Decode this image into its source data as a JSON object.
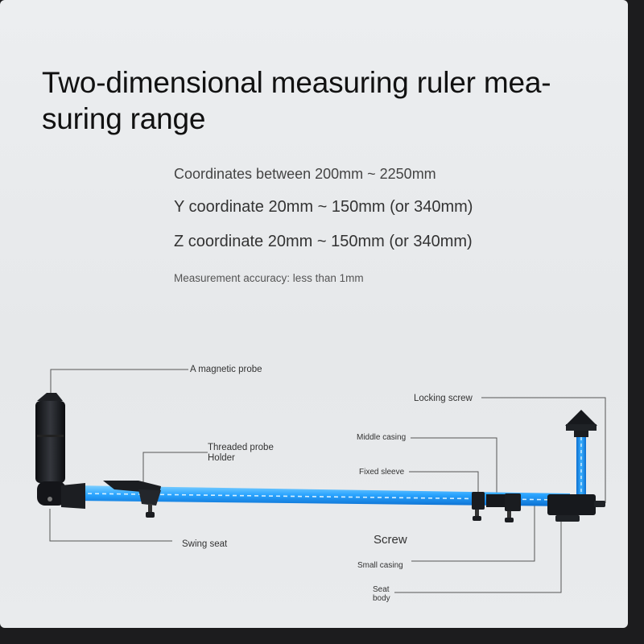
{
  "title": "Two-dimensional measuring ruler measuring range",
  "title_line1": "Two-dimensional measuring ruler mea-",
  "title_line2": "suring range",
  "specs": [
    "Coordinates between 200mm ~ 2250mm",
    "Y coordinate 20mm ~ 150mm (or 340mm)",
    "Z coordinate 20mm ~ 150mm (or 340mm)",
    "Measurement accuracy: less than 1mm"
  ],
  "callouts": {
    "magnetic_probe": "A magnetic probe",
    "threaded_probe_holder_1": "Threaded probe",
    "threaded_probe_holder_2": "Holder",
    "swing_seat": "Swing seat",
    "locking_screw": "Locking screw",
    "middle_casing": "Middle casing",
    "fixed_sleeve": "Fixed sleeve",
    "screw": "Screw",
    "small_casing": "Small casing",
    "seat_body_1": "Seat",
    "seat_body_2": "body"
  },
  "colors": {
    "background": "#e8eaec",
    "tube": "#2ea8ff",
    "tube_glow": "#8fd2ff",
    "parts": "#1a1c20",
    "leader_lines": "#555555"
  }
}
